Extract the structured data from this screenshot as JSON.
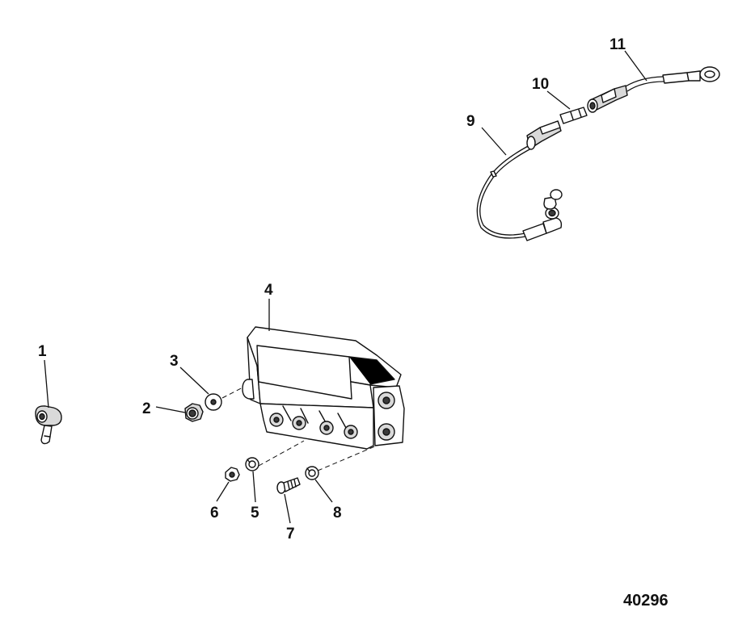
{
  "callouts": [
    {
      "id": "1",
      "label": "1"
    },
    {
      "id": "2",
      "label": "2"
    },
    {
      "id": "3",
      "label": "3"
    },
    {
      "id": "4",
      "label": "4"
    },
    {
      "id": "5",
      "label": "5"
    },
    {
      "id": "6",
      "label": "6"
    },
    {
      "id": "7",
      "label": "7"
    },
    {
      "id": "8",
      "label": "8"
    },
    {
      "id": "9",
      "label": "9"
    },
    {
      "id": "10",
      "label": "10"
    },
    {
      "id": "11",
      "label": "11"
    }
  ],
  "figure_number": "40296"
}
